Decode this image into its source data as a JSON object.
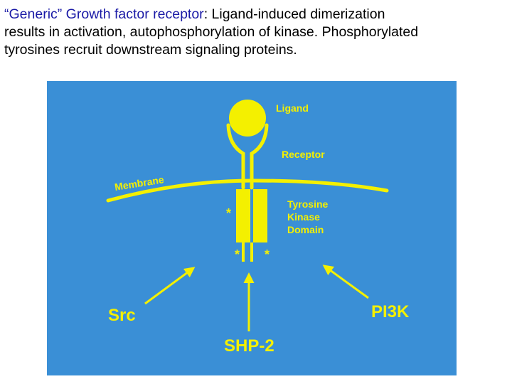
{
  "caption": {
    "line1_highlight": "“Generic” Growth factor receptor",
    "line1_rest": ": Ligand-induced dimerization",
    "line2": "results in activation, autophosphorylation of kinase.  Phosphorylated",
    "line3": "tyrosines recruit downstream signaling proteins."
  },
  "diagram": {
    "colors": {
      "background": "#3a8fd6",
      "foreground": "#f4f000"
    },
    "labels": {
      "ligand": "Ligand",
      "receptor": "Receptor",
      "membrane": "Membrane",
      "tk_line1": "Tyrosine",
      "tk_line2": "Kinase",
      "tk_line3": "Domain",
      "star": "*",
      "src": "Src",
      "shp2": "SHP-2",
      "pi3k": "PI3K"
    }
  }
}
